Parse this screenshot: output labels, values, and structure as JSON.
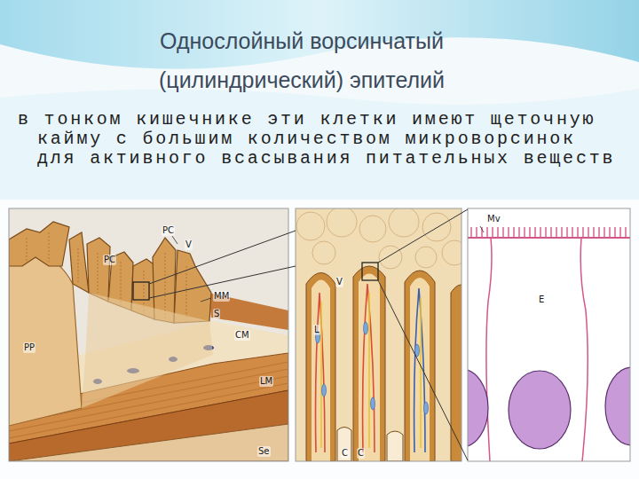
{
  "diagram": {
    "title": "Однослойный ворсинчатый (цилиндрический) эпителий",
    "labels": [
      "в тонком кишечнике эти клетки имеют щеточную кайму с большим количеством микроворсинок для активного всасывания питательных веществ",
      "PC",
      "V",
      "PC",
      "MM",
      "S",
      "CM",
      "LM",
      "PP",
      "Se",
      "V",
      "L",
      "C",
      "C",
      "Mv",
      "E"
    ]
  }
}
